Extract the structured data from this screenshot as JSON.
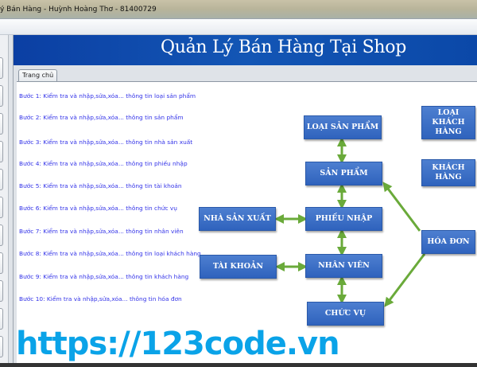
{
  "window": {
    "title": "ý Bán Hàng - Huỳnh Hoàng Thơ - 81400729"
  },
  "header": {
    "title": "Quản Lý Bán Hàng Tại Shop"
  },
  "tabs": [
    {
      "label": "Trang chủ"
    }
  ],
  "steps": [
    "Bước 1: Kiểm tra và nhập,sửa,xóa... thông tin loại sản phẩm",
    "Bước 2: Kiểm tra và nhập,sửa,xóa... thông tin sản phẩm",
    "Bước 3: Kiểm tra và nhập,sửa,xóa... thông tin nhà sản xuất",
    "Bước 4: Kiểm tra và nhập,sửa,xóa... thông tin phiếu nhập",
    "Bước 5: Kiểm tra và nhập,sửa,xóa... thông tin tài khoản",
    "Bước 6: Kiểm tra và nhập,sửa,xóa... thông tin chức vụ",
    "Bước 7: Kiểm tra và nhập,sửa,xóa... thông tin nhân viên",
    "Bước 8: Kiểm tra và nhập,sửa,xóa... thông tin loại khách hàng",
    "Bước 9: Kiểm tra và nhập,sửa,xóa... thông tin khách hàng",
    "Bước 10: Kiểm tra và nhập,sửa,xóa... thông tin hóa đơn"
  ],
  "diagram": {
    "loai_san_pham": "LOẠI SẢN PHẨM",
    "san_pham": "SẢN PHẨM",
    "phieu_nhap": "PHIẾU NHẬP",
    "nha_san_xuat": "NHÀ SẢN XUẤT",
    "tai_khoan": "TÀI KHOẢN",
    "nhan_vien": "NHÂN VIÊN",
    "chuc_vu": "CHỨC VỤ",
    "hoa_don": "HÓA ĐƠN",
    "loai_khach_hang": "LOẠI KHÁCH HÀNG",
    "khach_hang": "KHÁCH HÀNG"
  },
  "watermark": "https://123code.vn",
  "colors": {
    "header": "#1356b5",
    "box": "#3d6fc8",
    "arrow": "#6aaa3a",
    "step_text": "#3333e8",
    "watermark": "#0aa3e8"
  }
}
